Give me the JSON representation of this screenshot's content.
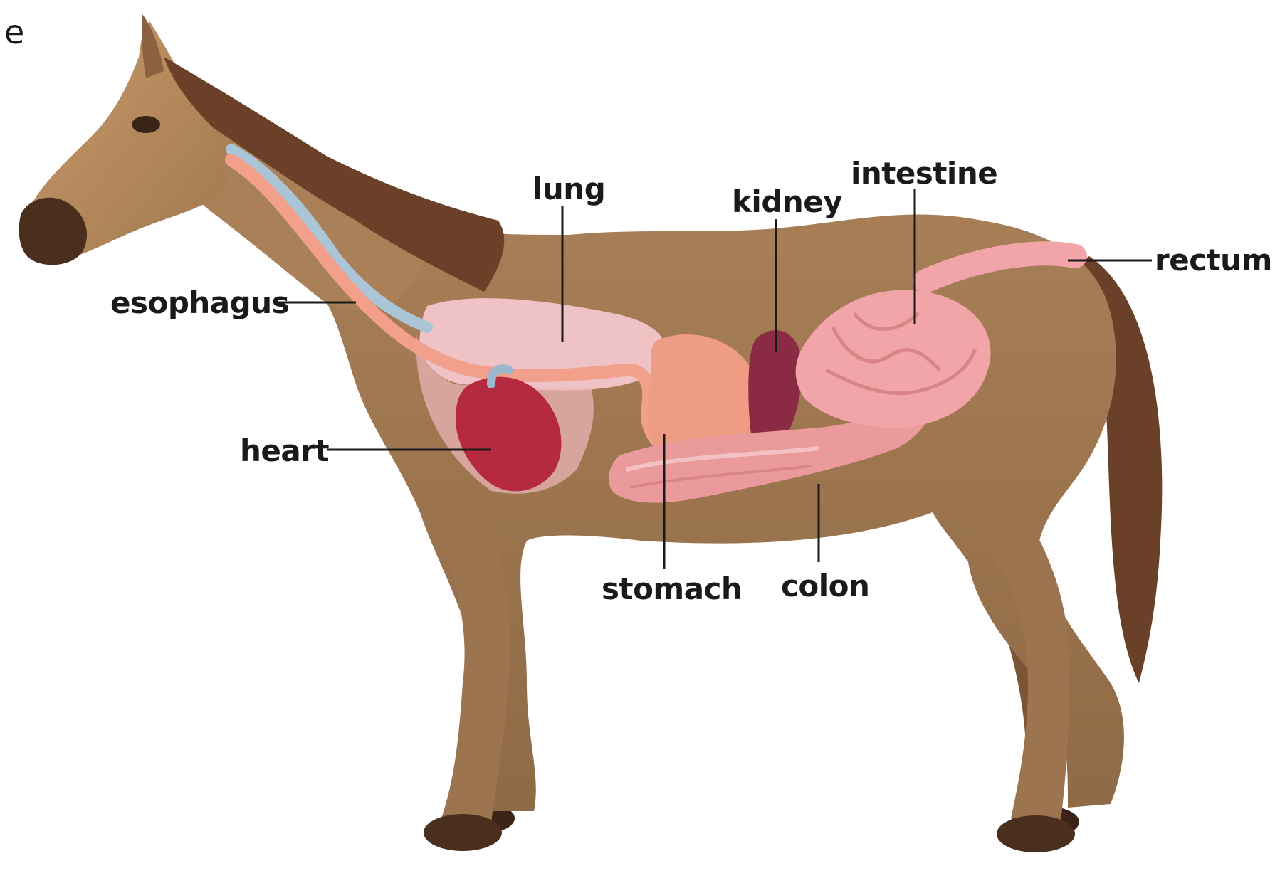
{
  "crop_fragment": "e",
  "labels": {
    "esophagus": "esophagus",
    "lung": "lung",
    "kidney": "kidney",
    "intestine": "intestine",
    "rectum": "rectum",
    "heart": "heart",
    "stomach": "stomach",
    "colon": "colon"
  },
  "colors": {
    "body": "#a07850",
    "body_dark": "#7a5636",
    "mane": "#6b4028",
    "hoof": "#4a2e1e",
    "lung": "#f3c6cc",
    "heart": "#b52a3e",
    "esophagus": "#f2a08c",
    "trachea": "#a9c5d6",
    "stomach": "#ee9c84",
    "kidney": "#8a2a44",
    "intestine": "#f2a5a8",
    "colon": "#eb9a9c"
  }
}
